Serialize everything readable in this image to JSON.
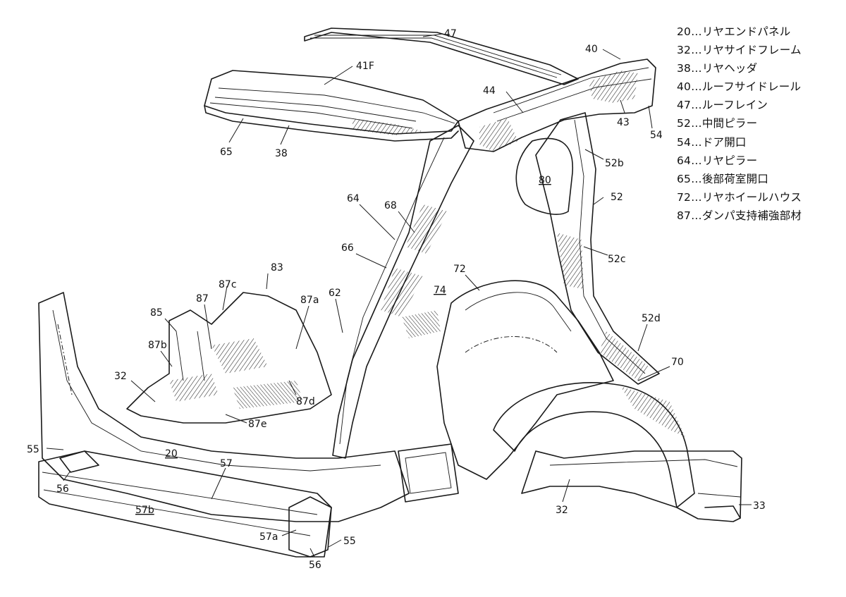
{
  "legend": [
    {
      "num": "20",
      "name": "リヤエンドパネル"
    },
    {
      "num": "32",
      "name": "リヤサイドフレーム"
    },
    {
      "num": "38",
      "name": "リヤヘッダ"
    },
    {
      "num": "40",
      "name": "ルーフサイドレール"
    },
    {
      "num": "47",
      "name": "ルーフレイン"
    },
    {
      "num": "52",
      "name": "中間ピラー"
    },
    {
      "num": "54",
      "name": "ドア開口"
    },
    {
      "num": "64",
      "name": "リヤピラー"
    },
    {
      "num": "65",
      "name": "後部荷室開口"
    },
    {
      "num": "72",
      "name": "リヤホイールハウス"
    },
    {
      "num": "87",
      "name": "ダンパ支持補強部材"
    }
  ],
  "separator": "…",
  "refs": {
    "r47": "47",
    "r41F": "41F",
    "r40": "40",
    "r44": "44",
    "r43": "43",
    "r54": "54",
    "r65": "65",
    "r38": "38",
    "r52b": "52b",
    "r80": "80",
    "r52": "52",
    "r64": "64",
    "r68": "68",
    "r66": "66",
    "r52c": "52c",
    "r83": "83",
    "r72": "72",
    "r87c": "87c",
    "r74": "74",
    "r87": "87",
    "r87a": "87a",
    "r62": "62",
    "r85": "85",
    "r52d": "52d",
    "r87b": "87b",
    "r70": "70",
    "r32a": "32",
    "r87d": "87d",
    "r87e": "87e",
    "r55a": "55",
    "r20": "20",
    "r57": "57",
    "r56a": "56",
    "r57b": "57b",
    "r32b": "32",
    "r33": "33",
    "r57a": "57a",
    "r55b": "55",
    "r56b": "56"
  }
}
